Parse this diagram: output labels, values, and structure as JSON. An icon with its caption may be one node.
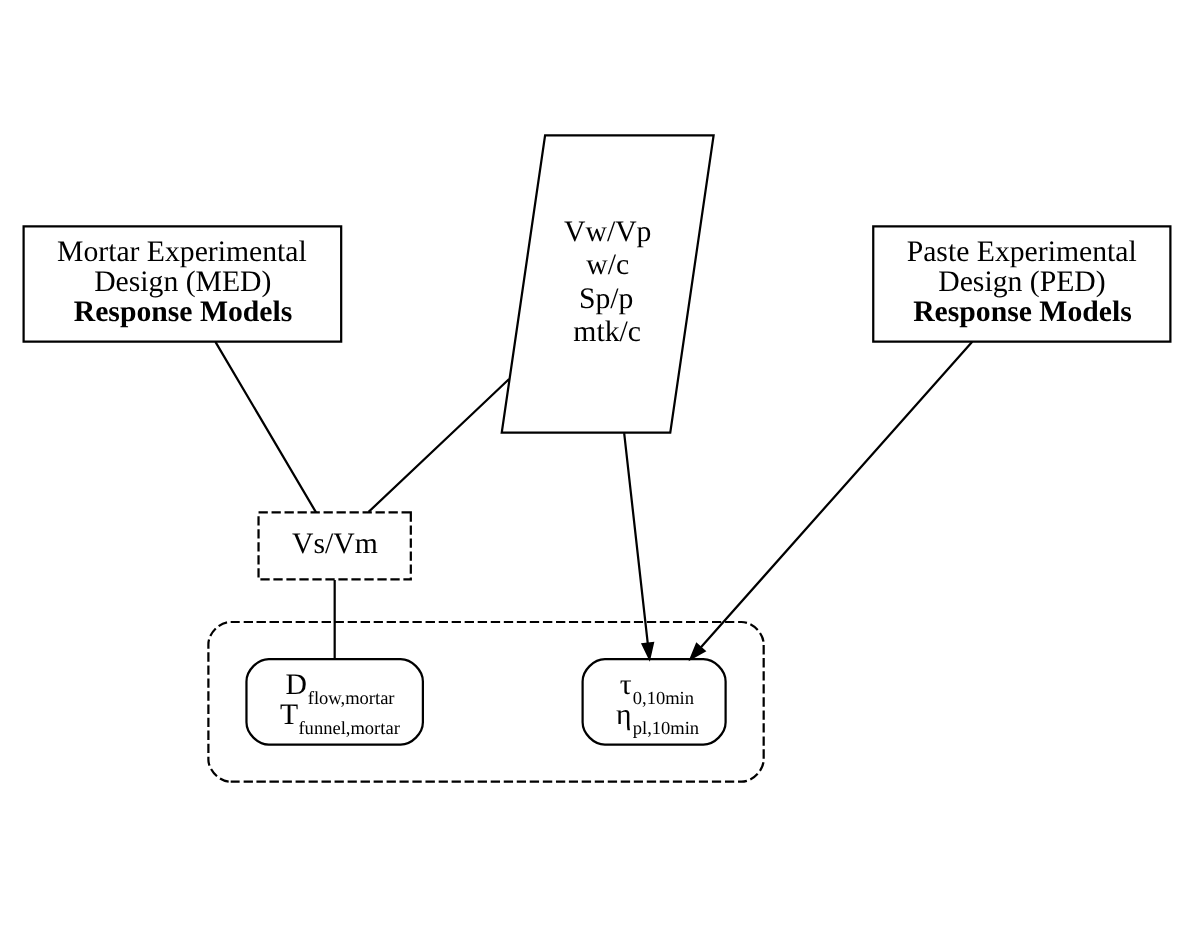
{
  "diagram": {
    "nodes": [
      {
        "text": [
          "Paste Experimental Design (PED)",
          "**Response Models**"
        ]
      },
      {
        "text": [
          "Mortar Experimental Design (MED)",
          "**Response Models**"
        ]
      },
      {
        "text": [
          "Vw/Vp w/c Sp/p mtk/c"
        ]
      },
      {
        "text": [
          "Vs/Vm"
        ]
      },
      {
        "text": [],
        "shape": "box"
      },
      {
        "text": [
          "τ$_{0,10min}$ η$_{pl,10min}$"
        ],
        "in": 4
      },
      {
        "text": [
          "D$_{flow,mortar}$ T$_{funnel,mortar}$"
        ],
        "in": 4
      }
    ],
    "edges": [
      {
        "from": 0,
        "to": 5,
        "arrow": "to"
      },
      {
        "from": 2,
        "to": 5,
        "arrow": "to"
      },
      {
        "from": 1,
        "to": 3,
        "arrow": "none"
      },
      {
        "from": 2,
        "to": 3,
        "arrow": "none"
      },
      {
        "from": 3,
        "to": 6,
        "arrow": "none"
      }
    ]
  }
}
